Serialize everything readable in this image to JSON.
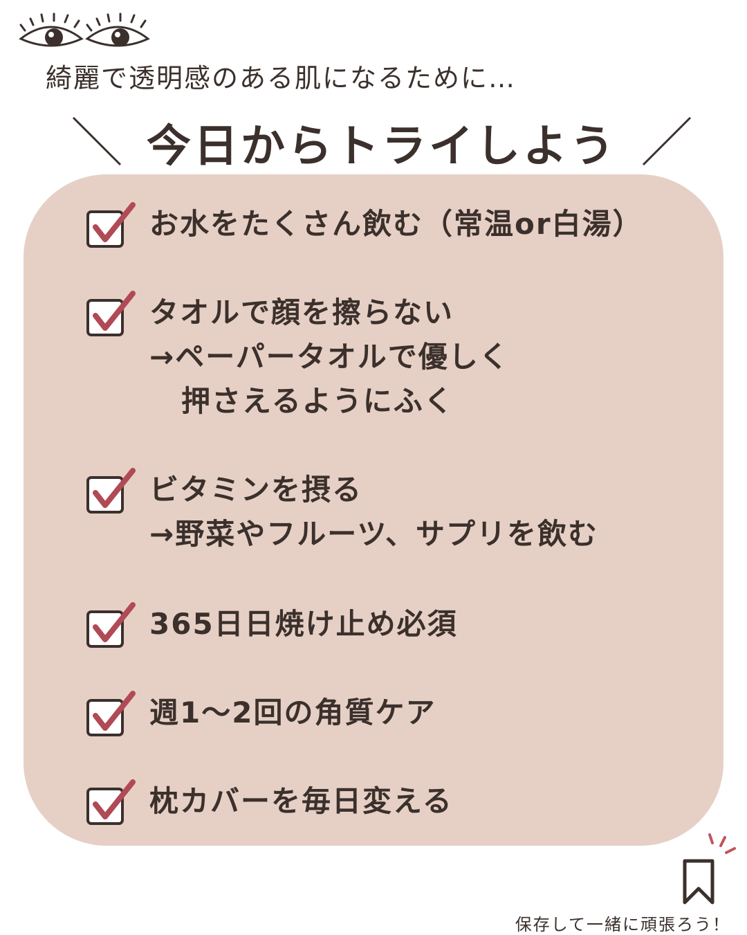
{
  "header": {
    "subtitle": "綺麗で透明感のある肌になるために…",
    "title": "今日からトライしよう"
  },
  "items": [
    {
      "lines": [
        "お水をたくさん飲む（常温or白湯）"
      ]
    },
    {
      "lines": [
        "タオルで顔を擦らない",
        "→ペーパータオルで優しく",
        "押さえるようにふく"
      ]
    },
    {
      "lines": [
        "ビタミンを摂る",
        "→野菜やフルーツ、サプリを飲む"
      ]
    },
    {
      "lines": [
        "365日日焼け止め必須"
      ]
    },
    {
      "lines": [
        "週1〜2回の角質ケア"
      ]
    },
    {
      "lines": [
        "枕カバーを毎日変える"
      ]
    }
  ],
  "footer": {
    "text": "保存して一緒に頑張ろう！"
  },
  "colors": {
    "card_background": "#e6d0c5",
    "text": "#3b302c",
    "check_mark": "#b04a55"
  },
  "icons": {
    "eyes": "eyes-icon",
    "checkbox": "checkbox-checked-icon",
    "bookmark": "bookmark-icon"
  }
}
